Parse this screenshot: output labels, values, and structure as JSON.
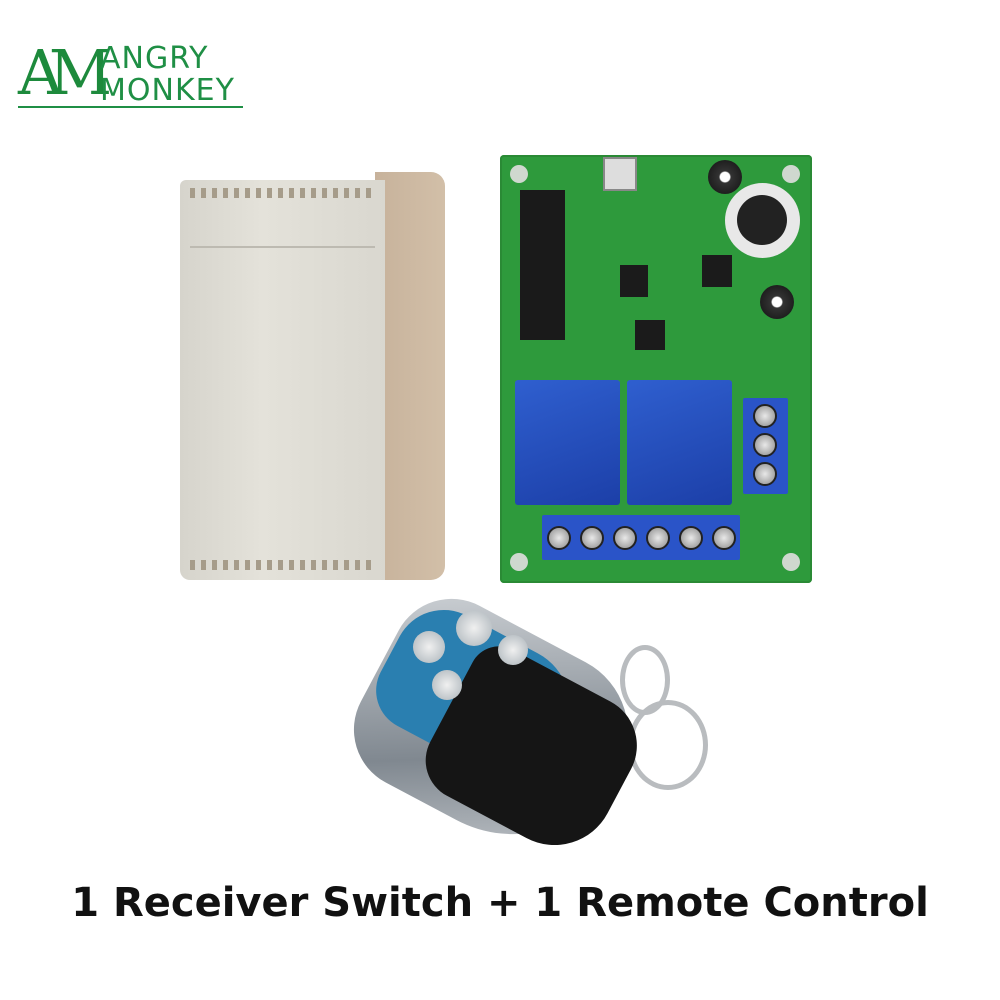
{
  "logo": {
    "monogram": "AM",
    "line1": "ANGRY",
    "line2": "MONKEY",
    "color": "#1f8f45"
  },
  "product": {
    "enclosure_color": "#d8d6ce",
    "pcb_color": "#2e9a3c",
    "relay_color": "#2a54c8",
    "remote_accent": "#2a7fb0"
  },
  "caption": "1 Receiver Switch + 1 Remote Control"
}
